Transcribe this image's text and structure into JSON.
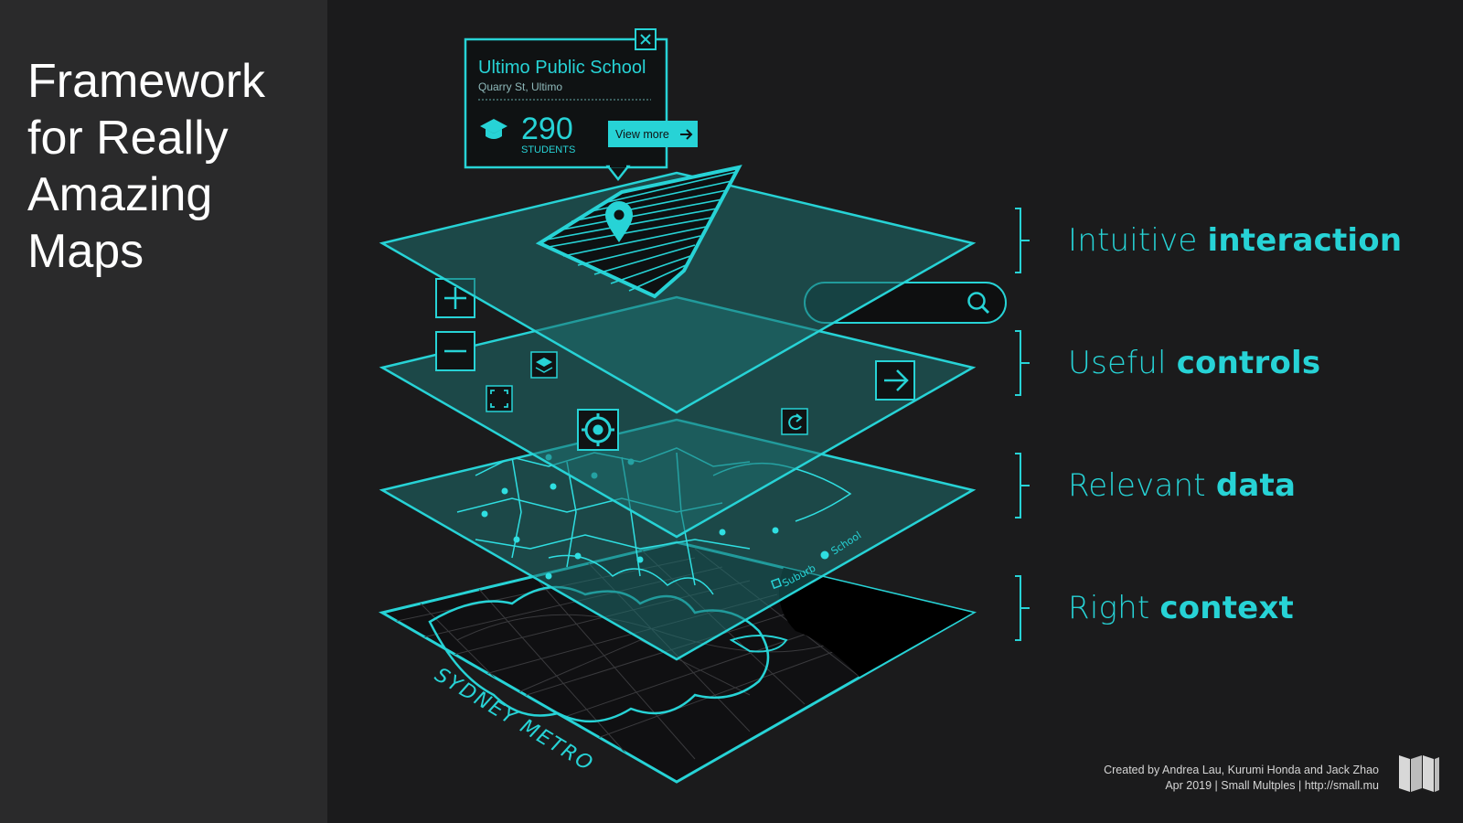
{
  "title": {
    "line1": "Framework",
    "line2": "for Really",
    "line3": "Amazing",
    "line4": "Maps"
  },
  "popup": {
    "name": "Ultimo Public School",
    "address": "Quarry St, Ultimo",
    "count": "290",
    "count_label": "STUDENTS",
    "button_label": "View more"
  },
  "map_labels": {
    "suburb": "Suburb",
    "school": "School",
    "base": "SYDNEY METRO"
  },
  "layers": [
    {
      "plain": "Intuitive ",
      "bold": "interaction"
    },
    {
      "plain": "Useful ",
      "bold": "controls"
    },
    {
      "plain": "Relevant ",
      "bold": "data"
    },
    {
      "plain": "Right ",
      "bold": "context"
    }
  ],
  "credits": {
    "line1": "Created by Andrea Lau, Kurumi Honda and Jack Zhao",
    "line2": "Apr 2019 | Small Multples | http://small.mu"
  },
  "icons": [
    "close-icon",
    "graduation-cap-icon",
    "arrow-right-icon",
    "map-pin-icon",
    "search-icon",
    "zoom-in-icon",
    "zoom-out-icon",
    "layers-icon",
    "fullscreen-icon",
    "locate-icon",
    "refresh-icon",
    "next-arrow-icon",
    "small-multiples-logo"
  ],
  "colors": {
    "accent": "#27d3d6",
    "background": "#1b1b1c",
    "sidebar": "#2a2a2b",
    "layer_fill": "#1e6e6e"
  }
}
